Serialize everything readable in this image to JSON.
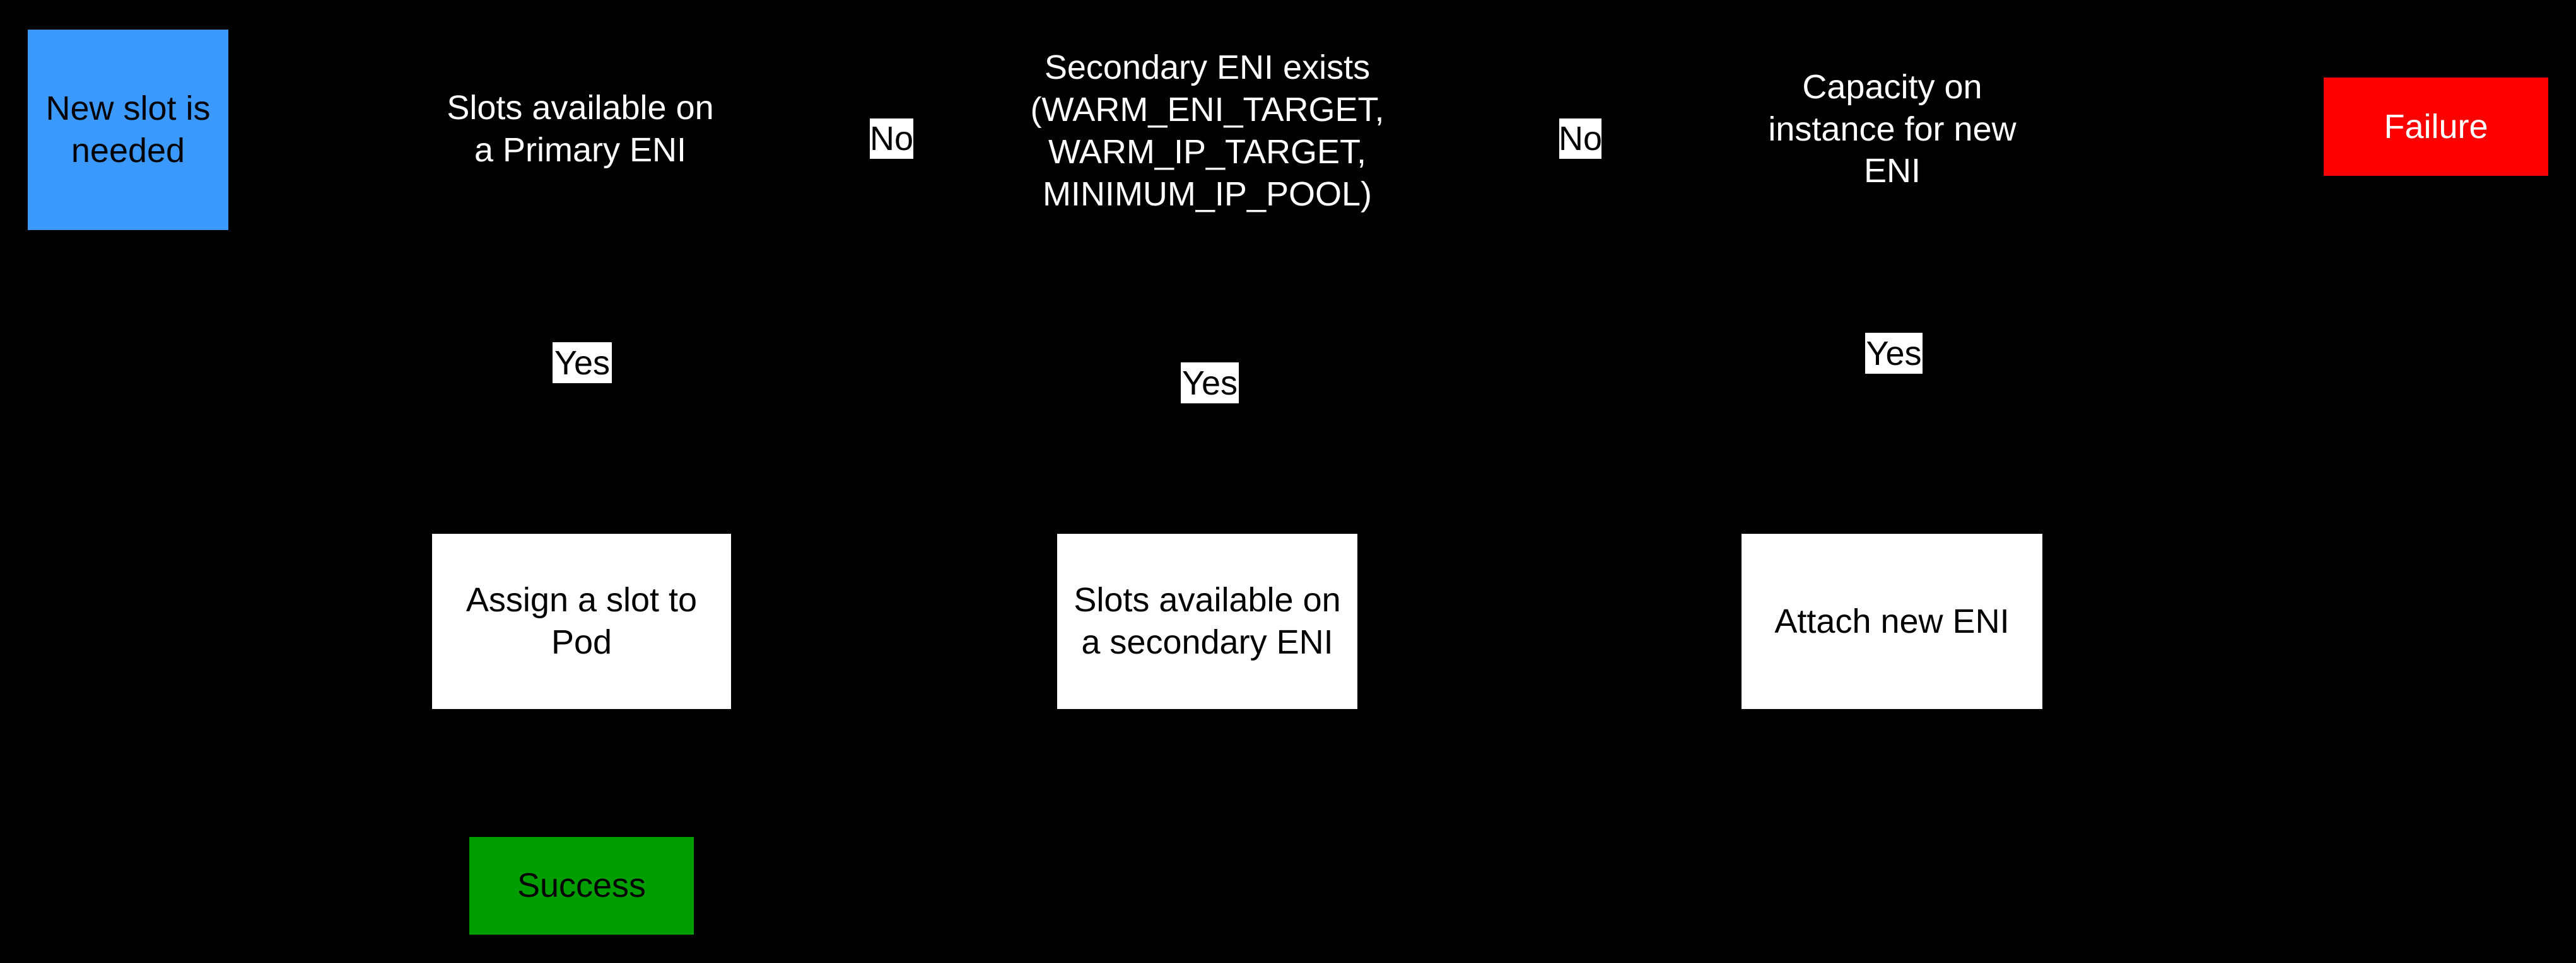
{
  "colors": {
    "background": "#000000",
    "start_fill": "#3b99fc",
    "failure_fill": "#ff0000",
    "success_fill": "#009e00",
    "process_fill": "#ffffff",
    "edge_label_fill": "#ffffff",
    "decision_text": "#ffffff",
    "dark_text": "#000000",
    "failure_text": "#ffffff"
  },
  "nodes": {
    "start": {
      "label": "New slot is\nneeded",
      "type": "start"
    },
    "decision_primary": {
      "label": "Slots available on\na Primary ENI",
      "type": "decision"
    },
    "decision_secondary_exists": {
      "label": "Secondary ENI exists\n(WARM_ENI_TARGET,\nWARM_IP_TARGET,\nMINIMUM_IP_POOL)",
      "type": "decision"
    },
    "decision_capacity": {
      "label": "Capacity on\ninstance for new\nENI",
      "type": "decision"
    },
    "failure": {
      "label": "Failure",
      "type": "terminal"
    },
    "assign_slot": {
      "label": "Assign a slot to\nPod",
      "type": "process"
    },
    "slots_secondary": {
      "label": "Slots available on\na secondary ENI",
      "type": "process"
    },
    "attach_eni": {
      "label": "Attach new ENI",
      "type": "process"
    },
    "success": {
      "label": "Success",
      "type": "terminal"
    }
  },
  "edge_labels": {
    "no_primary": "No",
    "no_secondary": "No",
    "yes_primary": "Yes",
    "yes_secondary": "Yes",
    "yes_capacity": "Yes"
  }
}
